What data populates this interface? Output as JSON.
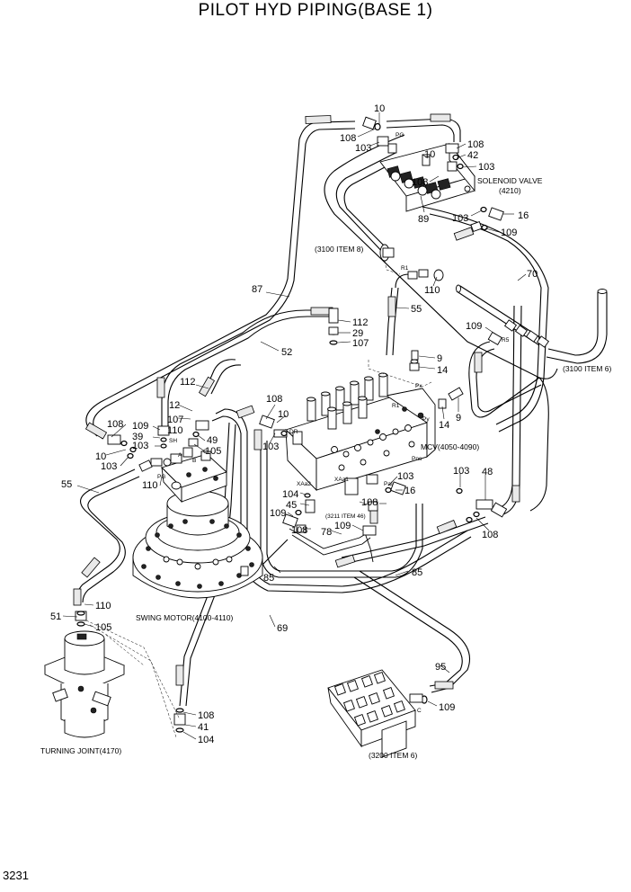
{
  "title": "PILOT HYD PIPING(BASE 1)",
  "page_number": "3231",
  "assemblies": {
    "solenoid_valve": "SOLENOID VALVE",
    "solenoid_valve_no": "(4210)",
    "item_3100_8": "(3100 ITEM 8)",
    "item_3100_6": "(3100 ITEM 6)",
    "mcv": "MCV(4050-4090)",
    "item_3211_46": "(3211 ITEM 46)",
    "swing_motor": "SWING MOTOR(4100-4110)",
    "turning_joint": "TURNING JOINT(4170)",
    "item_3200_6": "(3200 ITEM 6)"
  },
  "callouts": {
    "c10a": "10",
    "c108a": "108",
    "c103a": "103",
    "c108b": "108",
    "c42": "42",
    "c103b": "103",
    "c10b": "10",
    "c108c": "108",
    "c89": "89",
    "c103c": "103",
    "c16a": "16",
    "c109a": "109",
    "c70": "70",
    "c110a": "110",
    "c55a": "55",
    "c87": "87",
    "c112a": "112",
    "c29": "29",
    "c107a": "107",
    "c52": "52",
    "c109b": "109",
    "c9a": "9",
    "c14a": "14",
    "c14b": "14",
    "c9b": "9",
    "c112b": "112",
    "c12": "12",
    "c107b": "107",
    "c108d": "108",
    "c10c": "10",
    "c103d": "103",
    "c108e": "108",
    "c109c": "109",
    "c110b": "110",
    "c39": "39",
    "c103e": "103",
    "c49": "49",
    "c105a": "105",
    "c10d": "10",
    "c103f": "103",
    "c110c": "110",
    "c55b": "55",
    "c103g": "103",
    "c103h": "103",
    "c48": "48",
    "c108f": "108",
    "c16b": "16",
    "c104a": "104",
    "c45": "45",
    "c109d": "109",
    "c108g": "108",
    "c78": "78",
    "c109e": "109",
    "c108h": "108",
    "c85a": "85",
    "c85b": "85",
    "c110d": "110",
    "c51": "51",
    "c105b": "105",
    "c69": "69",
    "c95": "95",
    "c109f": "109",
    "c108i": "108",
    "c41": "41",
    "c104b": "104"
  },
  "ports": {
    "pg": "PG",
    "r1": "R1",
    "r5": "R5",
    "px": "Px",
    "py": "Py",
    "r1b": "R1",
    "pns": "Pns",
    "pal": "PaI",
    "xaa2": "XAa2",
    "xaa1": "XAa1",
    "sh": "SH",
    "pg2": "PG",
    "a": "A",
    "b": "B",
    "c": "C",
    "dr": "DR",
    "c2": "C"
  }
}
